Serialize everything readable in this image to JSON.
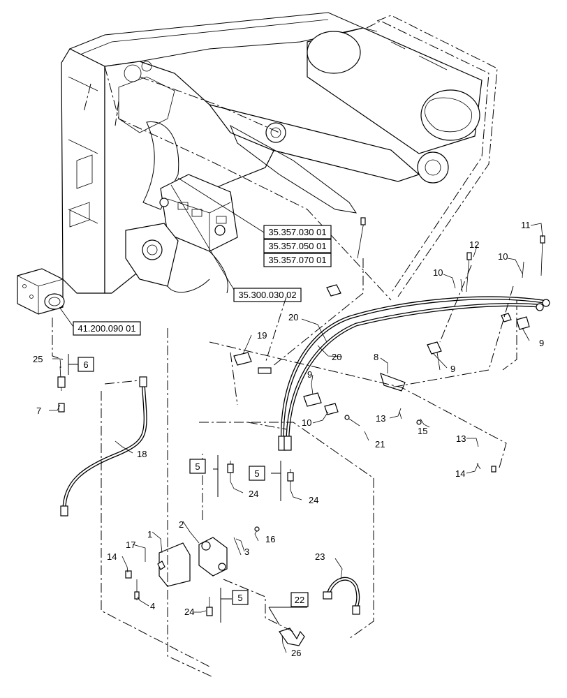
{
  "references": {
    "r1": "35.357.030 01",
    "r2": "35.357.050 01",
    "r3": "35.357.070 01",
    "r4": "35.300.030 02",
    "r5": "41.200.090 01"
  },
  "boxed_callouts": {
    "b6": "6",
    "b5a": "5",
    "b5b": "5",
    "b5c": "5",
    "b22": "22"
  },
  "callouts": {
    "c11": "11",
    "c12": "12",
    "c10a": "10",
    "c10b": "10",
    "c9a": "9",
    "c20a": "20",
    "c19": "19",
    "c20b": "20",
    "c9b": "9",
    "c8": "8",
    "c9c": "9",
    "c25": "25",
    "c7": "7",
    "c10c": "10",
    "c21": "21",
    "c13a": "13",
    "c15": "15",
    "c13b": "13",
    "c14a": "14",
    "c18": "18",
    "c24a": "24",
    "c24b": "24",
    "c2": "2",
    "c1": "1",
    "c16": "16",
    "c17": "17",
    "c3": "3",
    "c14b": "14",
    "c4": "4",
    "c23": "23",
    "c24c": "24",
    "c26": "26"
  }
}
